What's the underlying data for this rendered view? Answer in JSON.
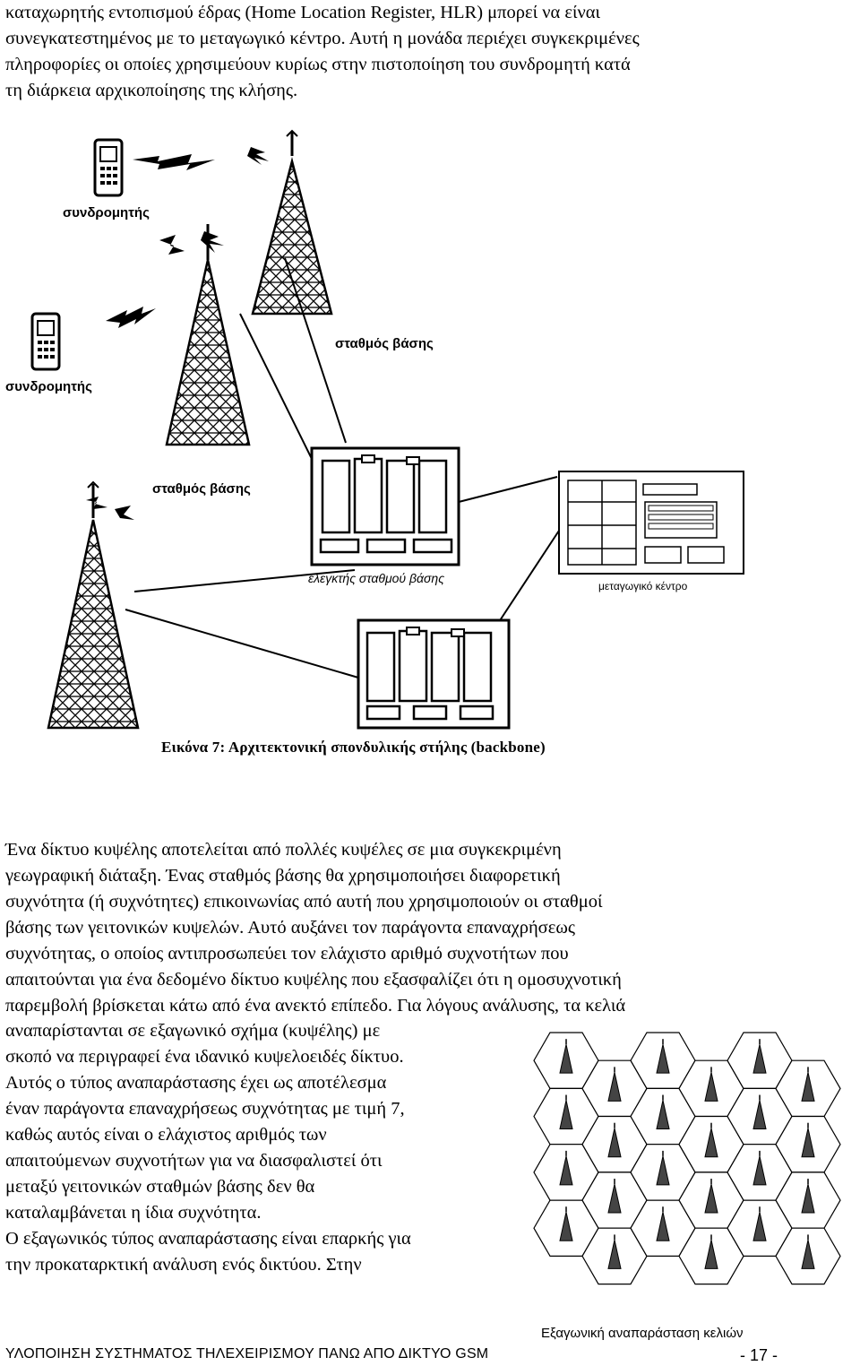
{
  "paragraphs": {
    "intro": [
      "καταχωρητής εντοπισμού έδρας (Home Location Register, HLR) μπορεί να είναι",
      "συνεγκατεστημένος με το μεταγωγικό κέντρο. Αυτή η μονάδα περιέχει συγκεκριμένες",
      "πληροφορίες οι οποίες χρησιμεύουν κυρίως στην πιστοποίηση του συνδρομητή κατά",
      "τη διάρκεια αρχικοποίησης της κλήσης."
    ],
    "cells_full": [
      "Ένα δίκτυο κυψέλης αποτελείται από πολλές κυψέλες σε μια συγκεκριμένη",
      "γεωγραφική διάταξη. Ένας σταθμός βάσης θα χρησιμοποιήσει διαφορετική",
      "συχνότητα (ή συχνότητες) επικοινωνίας από αυτή που χρησιμοποιούν οι σταθμοί",
      "βάσης των γειτονικών κυψελών. Αυτό αυξάνει τον παράγοντα επαναχρήσεως",
      "συχνότητας, ο οποίος αντιπροσωπεύει τον ελάχιστο αριθμό συχνοτήτων που",
      "απαιτούνται για ένα δεδομένο δίκτυο κυψέλης που εξασφαλίζει ότι η ομοσυχνοτική",
      "παρεμβολή βρίσκεται κάτω από ένα ανεκτό επίπεδο. Για λόγους ανάλυσης, τα κελιά"
    ],
    "cells_narrow": [
      "αναπαρίστανται σε εξαγωνικό σχήμα (κυψέλης) με",
      "σκοπό να περιγραφεί ένα ιδανικό κυψελοειδές δίκτυο.",
      "Αυτός ο τύπος αναπαράστασης έχει ως αποτέλεσμα",
      "έναν παράγοντα επαναχρήσεως συχνότητας με τιμή 7,",
      "καθώς αυτός είναι ο ελάχιστος αριθμός των",
      "απαιτούμενων συχνοτήτων για να διασφαλιστεί ότι",
      "μεταξύ γειτονικών σταθμών βάσης δεν θα",
      "καταλαμβάνεται η ίδια συχνότητα.",
      "Ο εξαγωνικός τύπος αναπαράστασης είναι επαρκής για",
      "την προκαταρκτική ανάλυση ενός δικτύου. Στην"
    ]
  },
  "figure1": {
    "labels": {
      "subscriber_top": "συνδρομητής",
      "subscriber_left": "συνδρομητής",
      "base_station_right": "σταθμός βάσης",
      "base_station_left": "σταθμός βάσης",
      "bsc": "ελεγκτής σταθμού βάσης",
      "msc": "μεταγωγικό κέντρο"
    },
    "caption": "Εικόνα 7: Αρχιτεκτονική σπονδυλικής στήλης (backbone)"
  },
  "figure2": {
    "caption": "Εξαγωνική αναπαράσταση κελιών"
  },
  "footer": {
    "title": "ΥΛΟΠΟΙΗΣΗ ΣΥΣΤΗΜΑΤΟΣ ΤΗΛΕΧΕΙΡΙΣΜΟΥ ΠΑΝΩ ΑΠΟ ΔΙΚΤΥΟ GSM",
    "page": "- 17 -"
  }
}
